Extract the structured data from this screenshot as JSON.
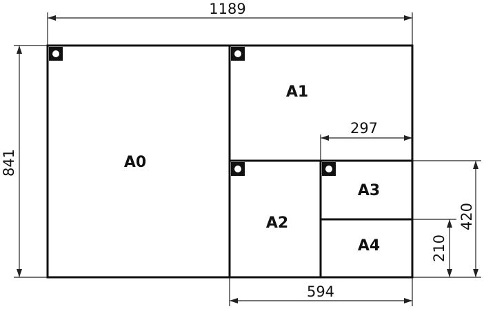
{
  "sheets": {
    "a0": "A0",
    "a1": "A1",
    "a2": "A2",
    "a3": "A3",
    "a4": "A4"
  },
  "dimensions": {
    "width_a0": "1189",
    "height_a0": "841",
    "width_a2": "594",
    "width_a3": "297",
    "height_a2": "420",
    "height_a4": "210"
  },
  "colors": {
    "line": "#111111",
    "background": "#ffffff"
  },
  "icons": [
    "binding-mark-icon"
  ]
}
